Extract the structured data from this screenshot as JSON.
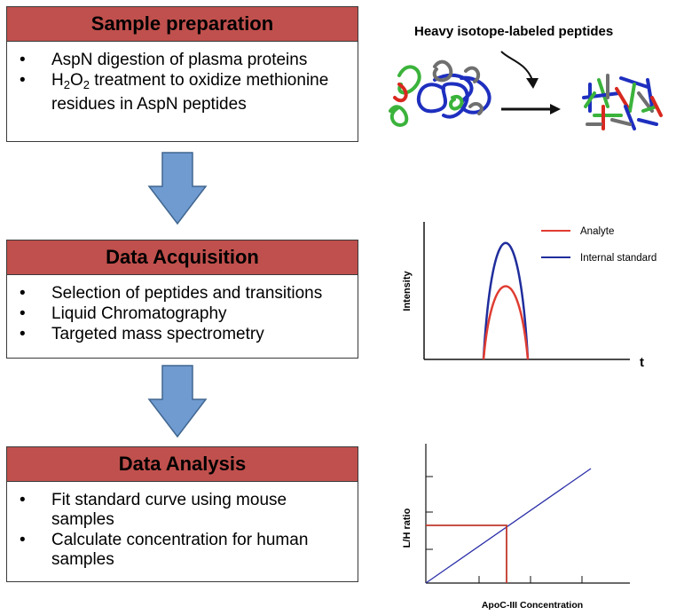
{
  "steps": [
    {
      "title": "Sample preparation",
      "items": [
        {
          "text": "AspN digestion of plasma proteins"
        },
        {
          "pre": "H",
          "sub1": "2",
          "mid": "O",
          "sub2": "2",
          "post": " treatment to oxidize methionine residues in AspN peptides"
        }
      ]
    },
    {
      "title": "Data Acquisition",
      "items": [
        {
          "text": "Selection of peptides and transitions"
        },
        {
          "text": "Liquid Chromatography"
        },
        {
          "text": "Targeted mass spectrometry"
        }
      ]
    },
    {
      "title": "Data Analysis",
      "items": [
        {
          "text": "Fit standard curve using mouse samples"
        },
        {
          "text": "Calculate concentration for human samples"
        }
      ]
    }
  ],
  "bullet": "•",
  "isotope_panel": {
    "title": "Heavy isotope-labeled peptides"
  },
  "chromatogram": {
    "ylabel": "Intensity",
    "xlabel": "t",
    "legend": [
      {
        "name": "Analyte",
        "color": "#e03c31"
      },
      {
        "name": "Internal standard",
        "color": "#1f2d9c"
      }
    ]
  },
  "standard_curve": {
    "ylabel": "L/H ratio",
    "xlabel": "ApoC-III Concentration",
    "line_color": "#2b2fa8",
    "marker_color": "#c0392b"
  },
  "colors": {
    "header_fill": "#c0504d",
    "arrow_fill": "#6f9bd1",
    "arrow_stroke": "#41668f"
  }
}
